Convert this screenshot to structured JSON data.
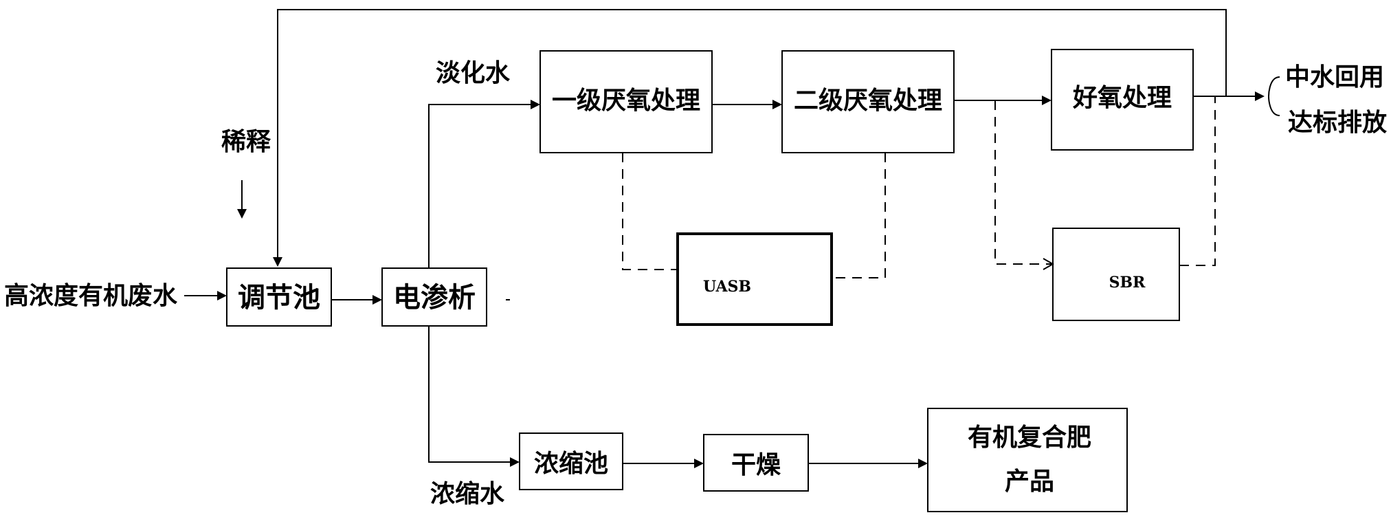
{
  "nodes": {
    "wastewater": "高浓度有机废水",
    "dilution": "稀释",
    "regulating_tank": "调节池",
    "electrodialysis": "电渗析",
    "desalinated_water": "淡化水",
    "concentrated_water": "浓缩水",
    "anaerobic_1": "一级厌氧处理",
    "anaerobic_2": "二级厌氧处理",
    "aerobic": "好氧处理",
    "uasb": "UASB",
    "sbr": "SBR",
    "concentration_tank": "浓缩池",
    "drying": "干燥",
    "fertilizer_line1": "有机复合肥",
    "fertilizer_line2": "产品",
    "reuse": "中水回用",
    "discharge": "达标排放"
  }
}
